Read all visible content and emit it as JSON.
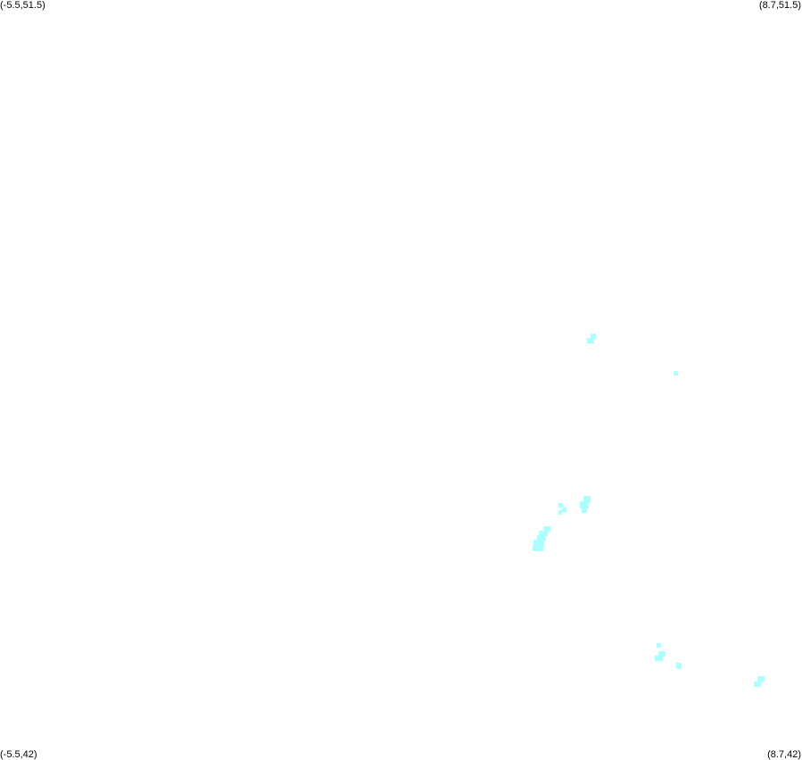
{
  "map": {
    "corner_labels": {
      "top_left": "(-5.5,51.5)",
      "top_right": "(8.7,51.5)",
      "bottom_left": "(-5.5,42)",
      "bottom_right": "(8.7,42)"
    },
    "extent": {
      "lon_min": -5.5,
      "lon_max": 8.7,
      "lat_min": 42,
      "lat_max": 51.5
    },
    "cell_color": "#aaffff"
  }
}
